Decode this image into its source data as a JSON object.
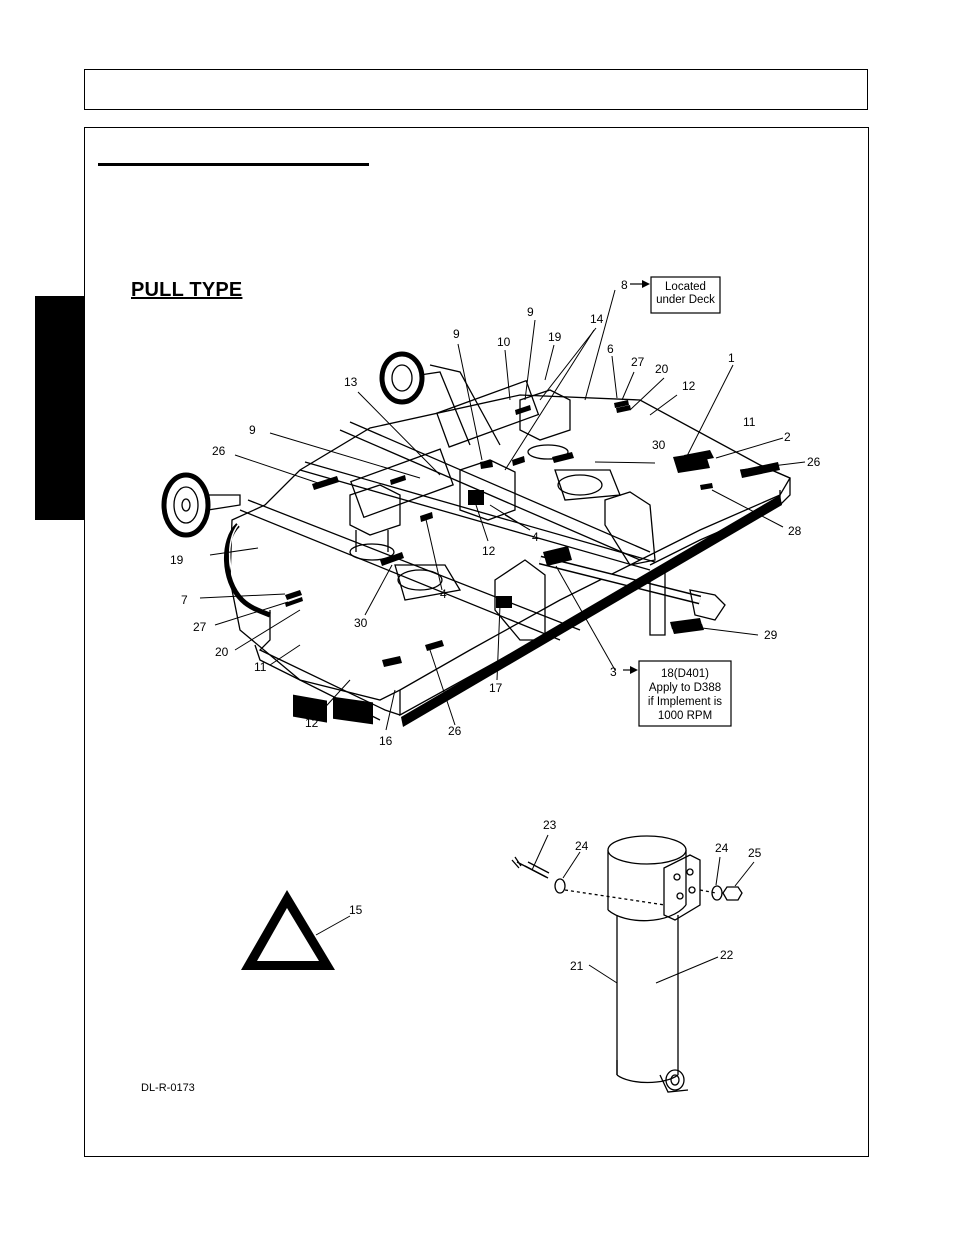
{
  "section": {
    "heading": "PULL TYPE"
  },
  "document": {
    "code": "DL-R-0173"
  },
  "callouts": {
    "located_under_deck": [
      "Located",
      "under Deck"
    ],
    "rpm_note": [
      "18(D401)",
      "Apply to D388",
      "if Implement is",
      "1000 RPM"
    ]
  },
  "labels": {
    "l1": "1",
    "l2": "2",
    "l3": "3",
    "l4a": "4",
    "l4b": "4",
    "l6": "6",
    "l7": "7",
    "l8": "8",
    "l9a": "9",
    "l9b": "9",
    "l9c": "9",
    "l10": "10",
    "l11a": "11",
    "l11b": "11",
    "l12a": "12",
    "l12b": "12",
    "l12c": "12",
    "l13": "13",
    "l14": "14",
    "l15": "15",
    "l16": "16",
    "l17": "17",
    "l19a": "19",
    "l19b": "19",
    "l20a": "20",
    "l20b": "20",
    "l21": "21",
    "l22": "22",
    "l23": "23",
    "l24a": "24",
    "l24b": "24",
    "l25": "25",
    "l26a": "26",
    "l26b": "26",
    "l26c": "26",
    "l27a": "27",
    "l27b": "27",
    "l28": "28",
    "l29": "29",
    "l30a": "30",
    "l30b": "30"
  }
}
